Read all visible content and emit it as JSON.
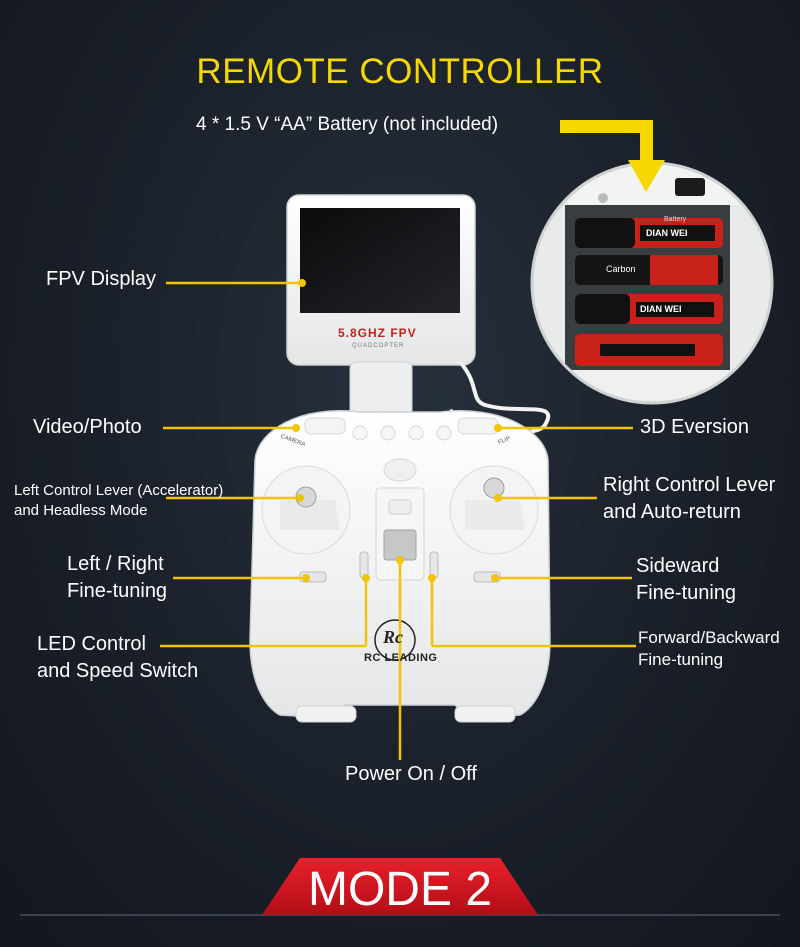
{
  "title": "REMOTE CONTROLLER",
  "battery_note": "4 * 1.5 V “AA” Battery (not included)",
  "screen_brand": "5.8GHZ FPV",
  "screen_subbrand": "QUADCOPTER",
  "controller_logo_text": "RC LEADING",
  "controller_logo_mark": "Rc",
  "battery_labels": {
    "line1": "DIAN WEI",
    "line2": "Carbon",
    "line3": "DIAN WEI",
    "top": "Battery"
  },
  "button_tags": {
    "left": "CAMERA",
    "right": "FLIP"
  },
  "callouts": {
    "fpv_display": "FPV Display",
    "video_photo": "Video/Photo",
    "eversion": "3D Eversion",
    "left_lever_1": "Left Control Lever (Accelerator)",
    "left_lever_2": "and Headless Mode",
    "right_lever_1": "Right Control Lever",
    "right_lever_2": "and Auto-return",
    "lr_fine_1": "Left / Right",
    "lr_fine_2": "Fine-tuning",
    "side_fine_1": "Sideward",
    "side_fine_2": "Fine-tuning",
    "led_1": "LED Control",
    "led_2": "and Speed Switch",
    "fb_fine_1": "Forward/Backward",
    "fb_fine_2": "Fine-tuning",
    "power": "Power On / Off"
  },
  "mode_label": "MODE 2",
  "colors": {
    "accent_yellow": "#f5d800",
    "line_yellow": "#f0c400",
    "mode_red": "#d8141e",
    "background": "#1a2029"
  }
}
